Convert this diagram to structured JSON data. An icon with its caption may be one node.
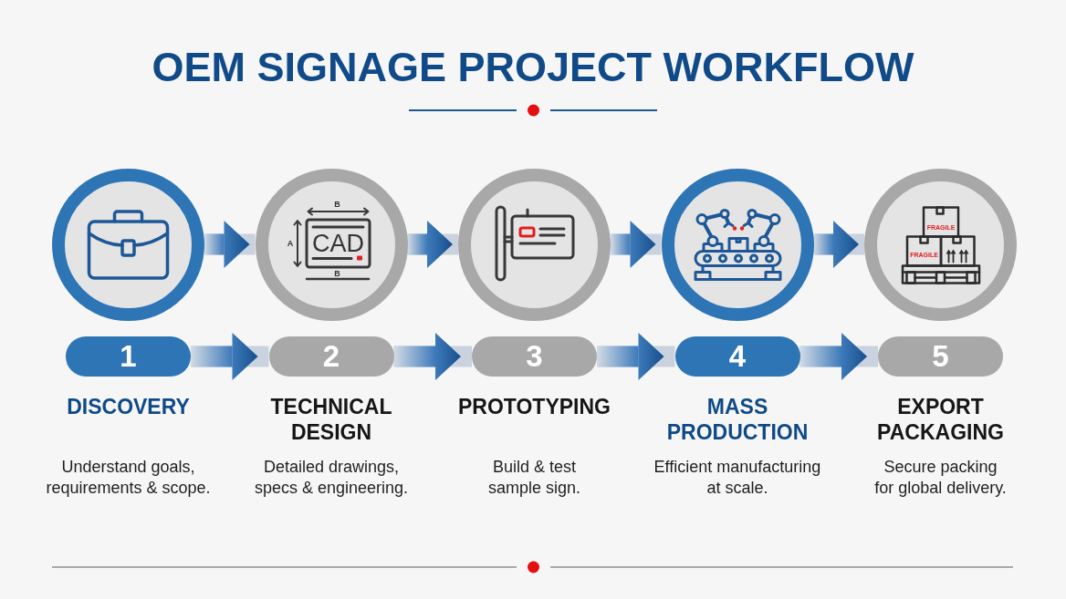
{
  "diagram": {
    "title": "OEM SIGNAGE PROJECT WORKFLOW",
    "nodes": [
      {
        "text": [],
        "shape": "circle"
      },
      {
        "text": [],
        "shape": "circle"
      },
      {
        "text": [],
        "shape": "circle"
      },
      {
        "text": [],
        "shape": "circle"
      },
      {
        "text": [],
        "shape": "circle"
      },
      {
        "text": [
          "1"
        ],
        "beside": [
          "DISCOVERY",
          "Understand goals, requirements & scope."
        ]
      },
      {
        "text": [
          "2"
        ],
        "beside": [
          "TECHNICAL DESIGN",
          "Detailed drawings, specs & engineering."
        ]
      },
      {
        "text": [
          "3"
        ],
        "beside": [
          "PROTOTYPING",
          "Build & test sample sign."
        ]
      },
      {
        "text": [
          "4"
        ],
        "beside": [
          "MASS PRODUCTION",
          "Efficient manufacturing at scale."
        ]
      },
      {
        "text": [
          "5"
        ],
        "beside": [
          "EXPORT PACKAGING",
          "Secure packing for global delivery."
        ]
      }
    ],
    "edges": [
      {
        "from": 0,
        "to": 1,
        "arrow": "to"
      },
      {
        "from": 1,
        "to": 2,
        "arrow": "to"
      },
      {
        "from": 2,
        "to": 3,
        "arrow": "to"
      },
      {
        "from": 3,
        "to": 4,
        "arrow": "to"
      },
      {
        "from": 5,
        "to": 6,
        "arrow": "to"
      },
      {
        "from": 6,
        "to": 7,
        "arrow": "to"
      },
      {
        "from": 7,
        "to": 8,
        "arrow": "to"
      },
      {
        "from": 8,
        "to": 9,
        "arrow": "to"
      }
    ],
    "labels": [
      "B",
      "A",
      "CAD",
      "B",
      "FRAGILE",
      "FRAGILE"
    ]
  }
}
